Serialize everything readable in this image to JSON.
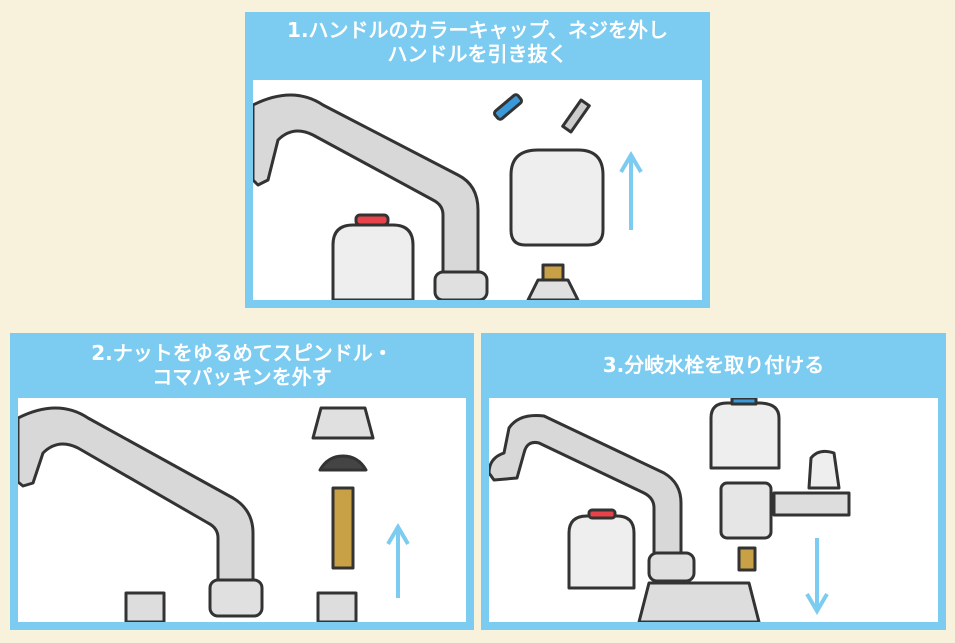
{
  "steps": [
    {
      "line1": "1.ハンドルのカラーキャップ、ネジを外し",
      "line2": "ハンドルを引き抜く"
    },
    {
      "line1": "2.ナットをゆるめてスピンドル・",
      "line2": "コマパッキンを外す"
    },
    {
      "line1": "3.分岐水栓を取り付ける"
    }
  ],
  "colors": {
    "panel": "#7ccbf0",
    "background": "#f8f2dd",
    "arrow": "#7ccbf0",
    "cap_red": "#e8434a",
    "cap_blue": "#3a9ad9",
    "brass": "#c8a045"
  }
}
